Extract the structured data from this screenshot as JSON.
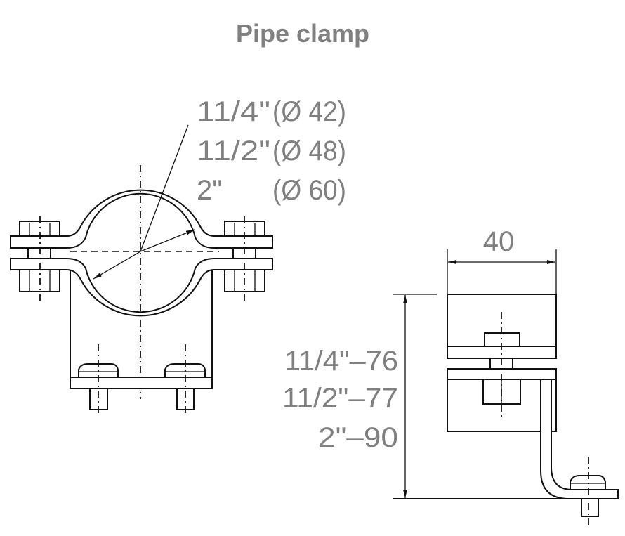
{
  "title": "Pipe clamp",
  "front_view": {
    "diameter_labels": [
      {
        "size": "11/4\"",
        "diameter": "(Ø 42)"
      },
      {
        "size": "11/2\"",
        "diameter": "(Ø 48)"
      },
      {
        "size": "2\"",
        "diameter": "(Ø 60)"
      }
    ]
  },
  "side_view": {
    "width_label": "40",
    "height_labels": [
      "11/4\"–76",
      "11/2\"–77",
      "2\"–90"
    ]
  },
  "colors": {
    "text": "#808080",
    "lines": "#111111"
  }
}
